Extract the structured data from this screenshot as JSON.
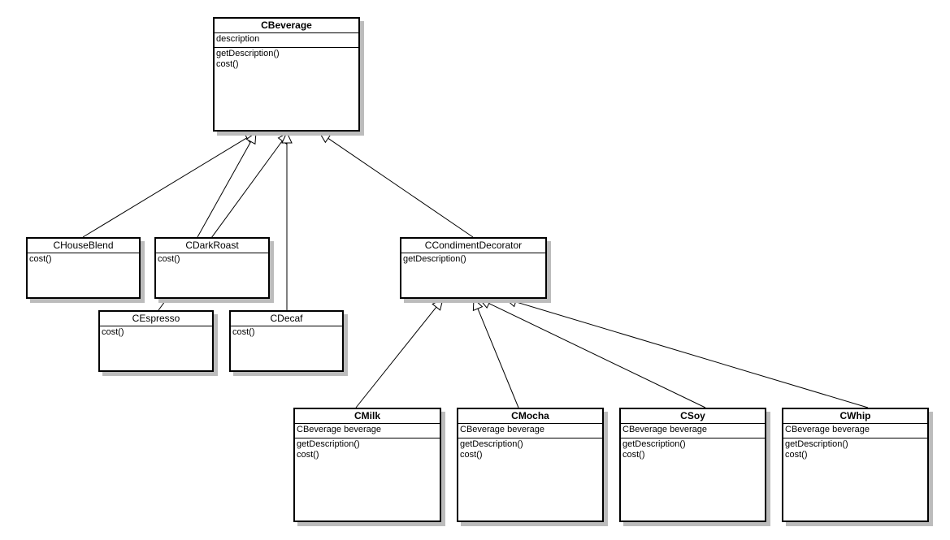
{
  "classes": {
    "cbeverage": {
      "name": "CBeverage",
      "attributes": [
        "description"
      ],
      "methods": [
        "getDescription()",
        "cost()"
      ]
    },
    "chouseblend": {
      "name": "CHouseBlend",
      "methods": [
        "cost()"
      ]
    },
    "cdarkroast": {
      "name": "CDarkRoast",
      "methods": [
        "cost()"
      ]
    },
    "cespresso": {
      "name": "CEspresso",
      "methods": [
        "cost()"
      ]
    },
    "cdecaf": {
      "name": "CDecaf",
      "methods": [
        "cost()"
      ]
    },
    "ccondimentdecorator": {
      "name": "CCondimentDecorator",
      "methods": [
        "getDescription()"
      ]
    },
    "cmilk": {
      "name": "CMilk",
      "attributes": [
        "CBeverage beverage"
      ],
      "methods": [
        "getDescription()",
        "cost()"
      ]
    },
    "cmocha": {
      "name": "CMocha",
      "attributes": [
        "CBeverage beverage"
      ],
      "methods": [
        "getDescription()",
        "cost()"
      ]
    },
    "csoy": {
      "name": "CSoy",
      "attributes": [
        "CBeverage beverage"
      ],
      "methods": [
        "getDescription()",
        "cost()"
      ]
    },
    "cwhip": {
      "name": "CWhip",
      "attributes": [
        "CBeverage beverage"
      ],
      "methods": [
        "getDescription()",
        "cost()"
      ]
    }
  },
  "relations": [
    {
      "type": "inheritance",
      "from": "chouseblend",
      "to": "cbeverage"
    },
    {
      "type": "inheritance",
      "from": "cdarkroast",
      "to": "cbeverage"
    },
    {
      "type": "inheritance",
      "from": "cespresso",
      "to": "cbeverage"
    },
    {
      "type": "inheritance",
      "from": "cdecaf",
      "to": "cbeverage"
    },
    {
      "type": "inheritance",
      "from": "ccondimentdecorator",
      "to": "cbeverage"
    },
    {
      "type": "inheritance",
      "from": "cmilk",
      "to": "ccondimentdecorator"
    },
    {
      "type": "inheritance",
      "from": "cmocha",
      "to": "ccondimentdecorator"
    },
    {
      "type": "inheritance",
      "from": "csoy",
      "to": "ccondimentdecorator"
    },
    {
      "type": "inheritance",
      "from": "cwhip",
      "to": "ccondimentdecorator"
    }
  ],
  "colors": {
    "stroke": "#000000",
    "fill": "#ffffff",
    "shadow": "#bcbcbc"
  }
}
